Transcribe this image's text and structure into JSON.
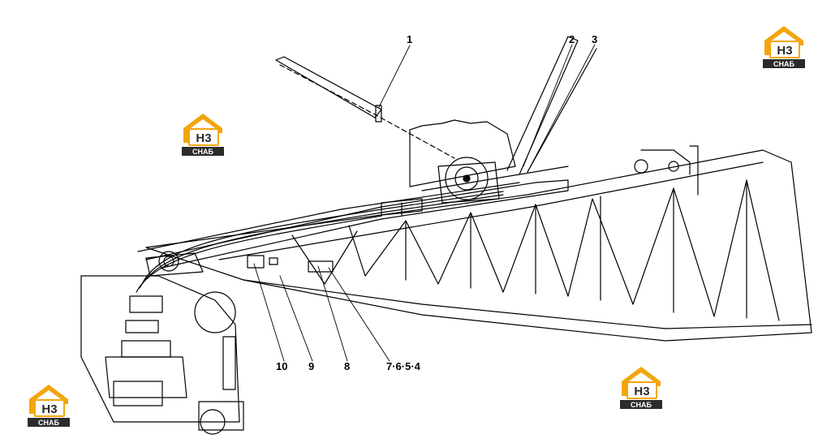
{
  "logo": {
    "letters": "H3",
    "subtitle": "СНАБ",
    "accent": "#f2a60c",
    "dark": "#2b2b2b"
  },
  "callouts": [
    {
      "id": "1",
      "label": "1"
    },
    {
      "id": "2",
      "label": "2"
    },
    {
      "id": "3",
      "label": "3"
    },
    {
      "id": "4",
      "label": "7·6·5·4"
    },
    {
      "id": "8",
      "label": "8"
    },
    {
      "id": "9",
      "label": "9"
    },
    {
      "id": "10",
      "label": "10"
    }
  ]
}
